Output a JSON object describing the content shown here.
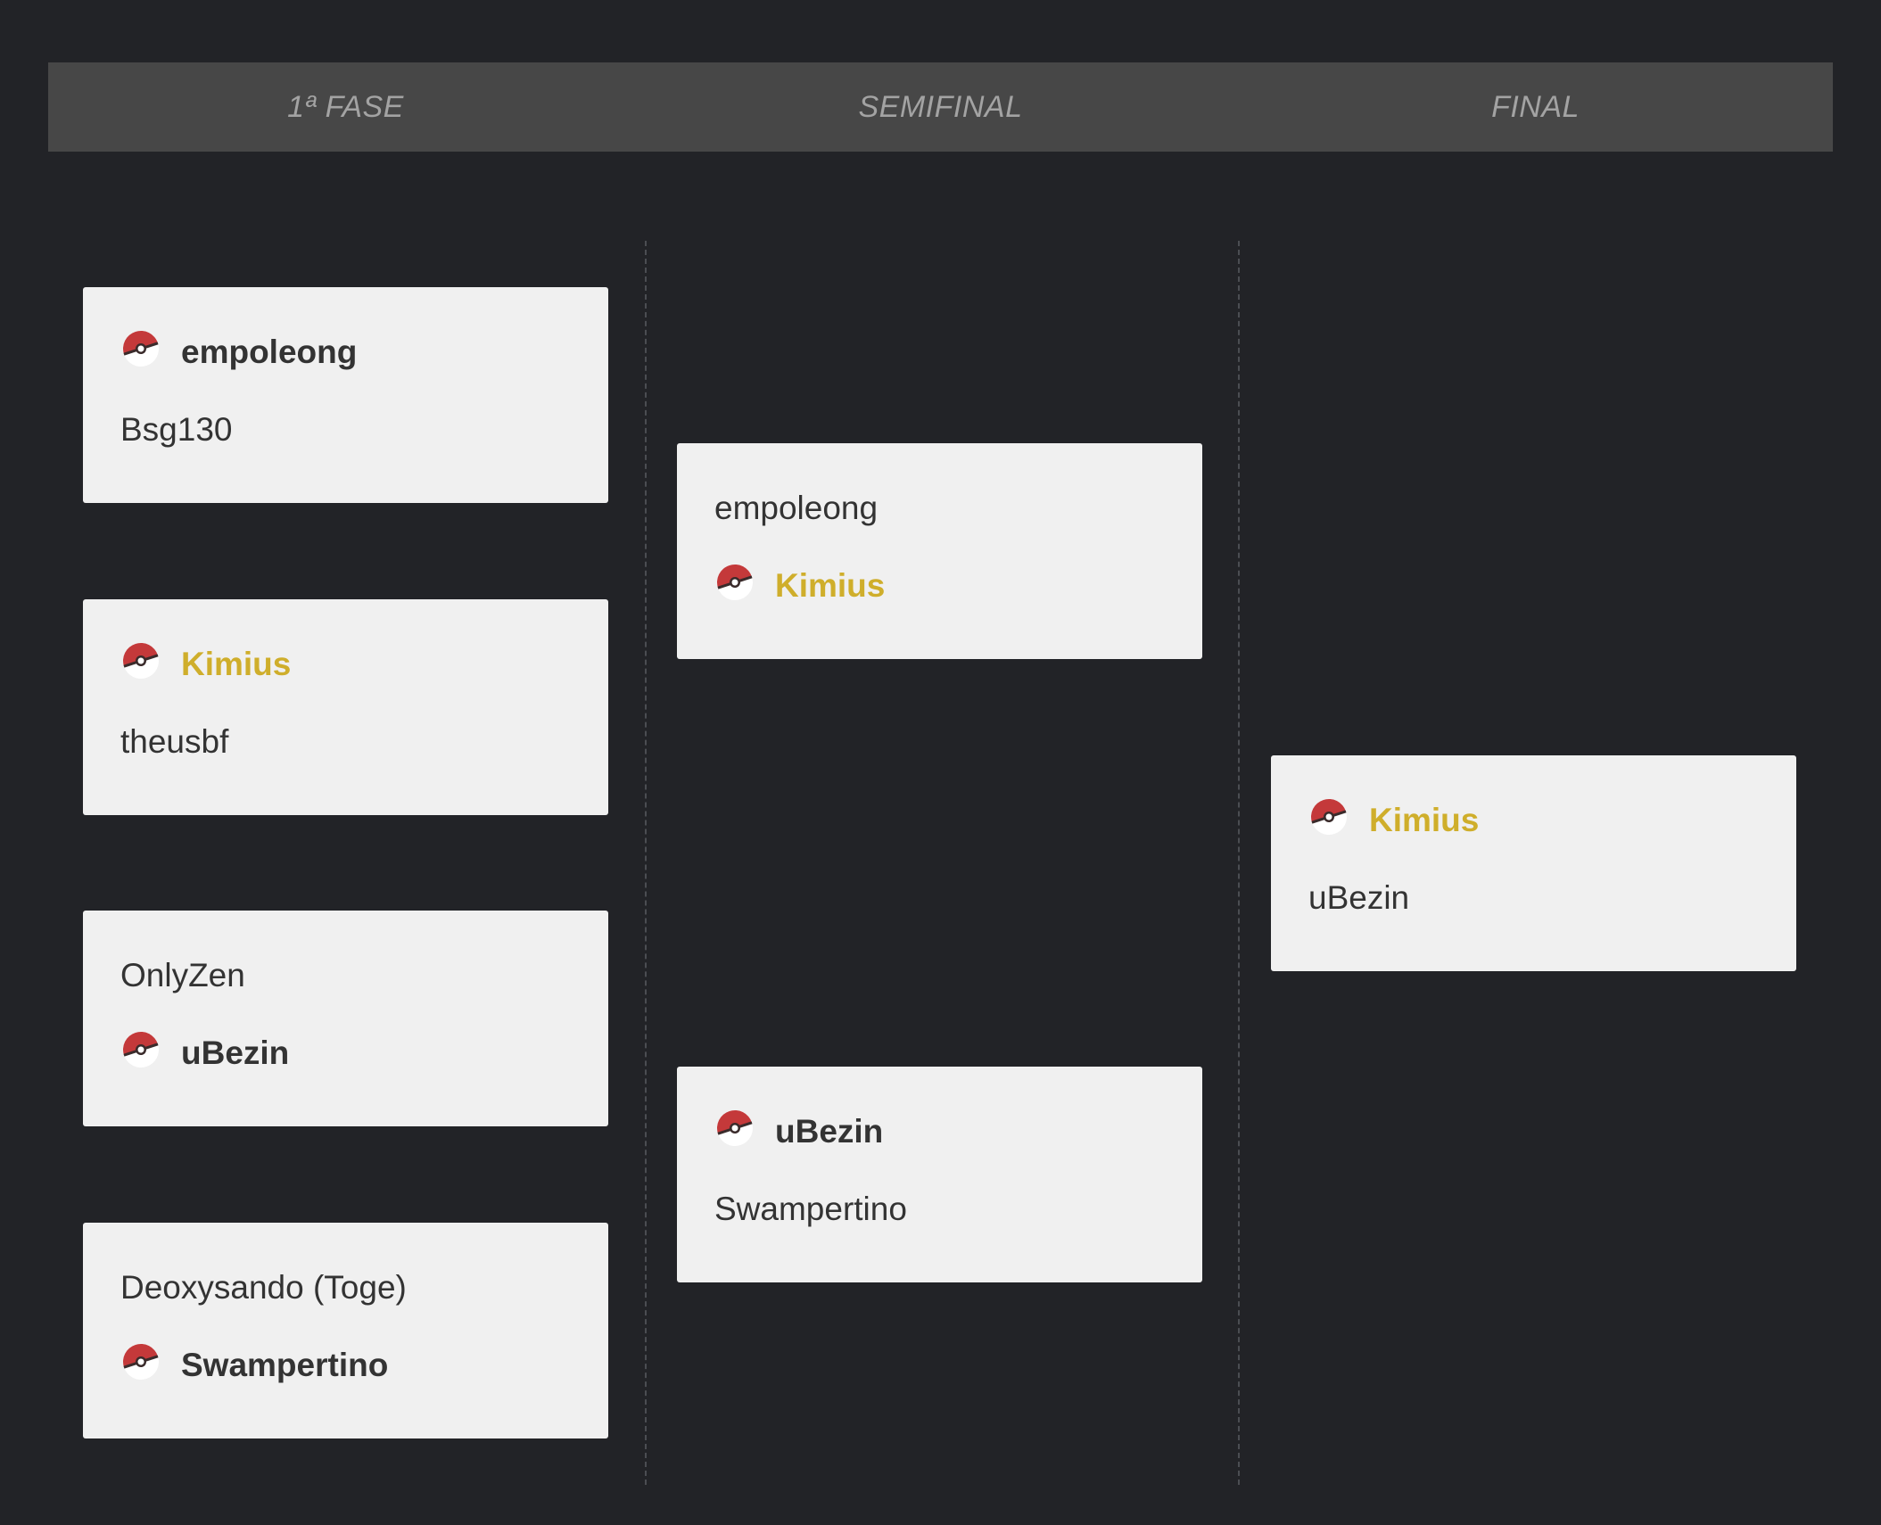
{
  "header": {
    "rounds": [
      "1ª FASE",
      "SEMIFINAL",
      "FINAL"
    ]
  },
  "colors": {
    "background": "#222327",
    "header_bg": "#474747",
    "card_bg": "#f0f0f0",
    "champion": "#cfae2b",
    "ball_red": "#c4393a"
  },
  "icons": {
    "winner_marker": "pokeball-icon"
  },
  "rounds": [
    {
      "name": "1ª FASE",
      "matches": [
        {
          "players": [
            {
              "name": "empoleong",
              "winner": true,
              "champion": false
            },
            {
              "name": "Bsg130",
              "winner": false,
              "champion": false
            }
          ]
        },
        {
          "players": [
            {
              "name": "Kimius",
              "winner": true,
              "champion": true
            },
            {
              "name": "theusbf",
              "winner": false,
              "champion": false
            }
          ]
        },
        {
          "players": [
            {
              "name": "OnlyZen",
              "winner": false,
              "champion": false
            },
            {
              "name": "uBezin",
              "winner": true,
              "champion": false
            }
          ]
        },
        {
          "players": [
            {
              "name": "Deoxysando (Toge)",
              "winner": false,
              "champion": false
            },
            {
              "name": "Swampertino",
              "winner": true,
              "champion": false
            }
          ]
        }
      ]
    },
    {
      "name": "SEMIFINAL",
      "matches": [
        {
          "players": [
            {
              "name": "empoleong",
              "winner": false,
              "champion": false
            },
            {
              "name": "Kimius",
              "winner": true,
              "champion": true
            }
          ]
        },
        {
          "players": [
            {
              "name": "uBezin",
              "winner": true,
              "champion": false
            },
            {
              "name": "Swampertino",
              "winner": false,
              "champion": false
            }
          ]
        }
      ]
    },
    {
      "name": "FINAL",
      "matches": [
        {
          "players": [
            {
              "name": "Kimius",
              "winner": true,
              "champion": true
            },
            {
              "name": "uBezin",
              "winner": false,
              "champion": false
            }
          ]
        }
      ]
    }
  ]
}
